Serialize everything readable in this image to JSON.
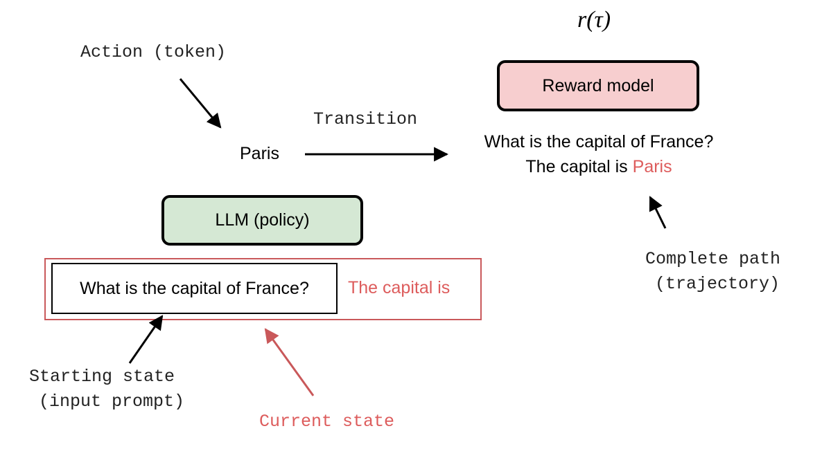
{
  "labels": {
    "action": "Action (token)",
    "transition": "Transition",
    "token": "Paris",
    "complete_path_line1": "Complete path",
    "complete_path_line2": "(trajectory)",
    "starting_state_line1": "Starting state",
    "starting_state_line2": "(input prompt)",
    "current_state": "Current state",
    "reward_fn": "r(τ)"
  },
  "boxes": {
    "reward_model": "Reward model",
    "policy": "LLM (policy)"
  },
  "trajectory": {
    "question": "What is the capital of France?",
    "answer_prefix": "The capital is",
    "answer_token": "Paris"
  },
  "state": {
    "prompt": "What is the capital of France?",
    "generated": "The capital is"
  },
  "colors": {
    "accent_red": "#dd5c5c",
    "reward_fill": "#f7cecf",
    "policy_fill": "#d5e8d4"
  }
}
